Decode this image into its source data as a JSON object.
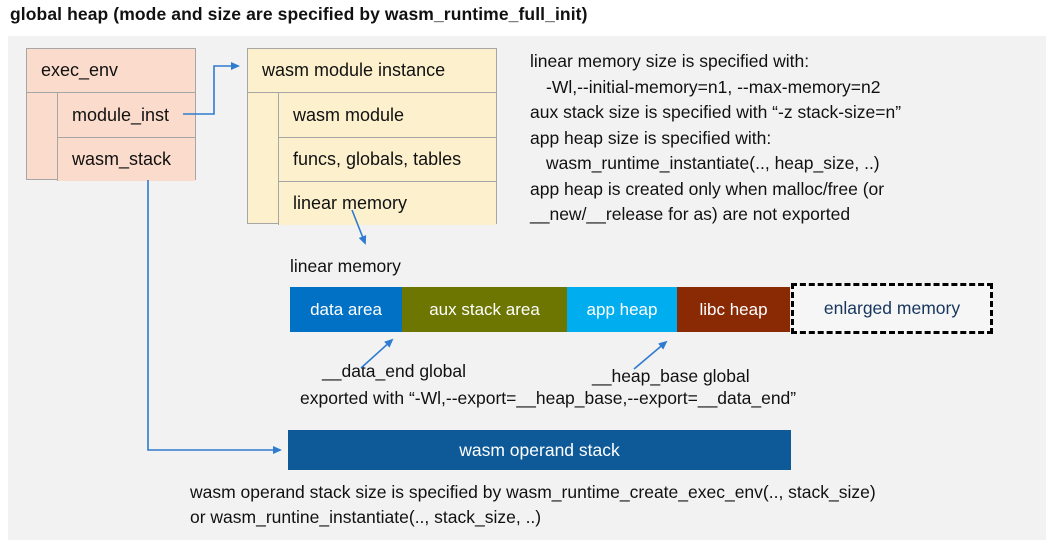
{
  "title": "global heap (mode and size are specified by wasm_runtime_full_init)",
  "exec_env": {
    "header": "exec_env",
    "rows": {
      "0": "module_inst",
      "1": "wasm_stack"
    }
  },
  "module_instance": {
    "header": "wasm module instance",
    "rows": {
      "0": "wasm module",
      "1": "funcs, globals, tables",
      "2": "linear memory"
    }
  },
  "notes_right": {
    "lines": {
      "0": "linear memory size is specified with:",
      "1": "-Wl,--initial-memory=n1, --max-memory=n2",
      "2": "aux stack size is specified with “-z stack-size=n”",
      "3": "app heap size is specified with:",
      "4": "wasm_runtime_instantiate(.., heap_size, ..)",
      "5": "app heap is created only when malloc/free (or",
      "6": "__new/__release for as) are not exported"
    }
  },
  "linear_memory": {
    "label": "linear memory",
    "segments": {
      "0": {
        "label": "data area",
        "color": "#0071c5"
      },
      "1": {
        "label": "aux stack area",
        "color": "#6c7600"
      },
      "2": {
        "label": "app heap",
        "color": "#00aeef"
      },
      "3": {
        "label": "libc heap",
        "color": "#8a2a05"
      }
    },
    "enlarged": {
      "label": "enlarged memory",
      "text_color": "#17365d"
    }
  },
  "annotations": {
    "data_end": "__data_end global",
    "heap_base": "__heap_base global",
    "exported": "exported with “-Wl,--export=__heap_base,--export=__data_end”"
  },
  "operand_stack": {
    "label": "wasm operand stack",
    "color": "#0e5a99"
  },
  "footer": {
    "lines": {
      "0": "wasm operand stack size is specified by wasm_runtime_create_exec_env(.., stack_size)",
      "1": "or wasm_runtine_instantiate(.., stack_size, ..)"
    }
  },
  "colors": {
    "panel_bg": "#f2f2f2",
    "struct_pink": "#fbdccc",
    "struct_yellow": "#fdf0cd",
    "arrow_blue": "#2f7bd0",
    "dashed_border": "#000000"
  }
}
